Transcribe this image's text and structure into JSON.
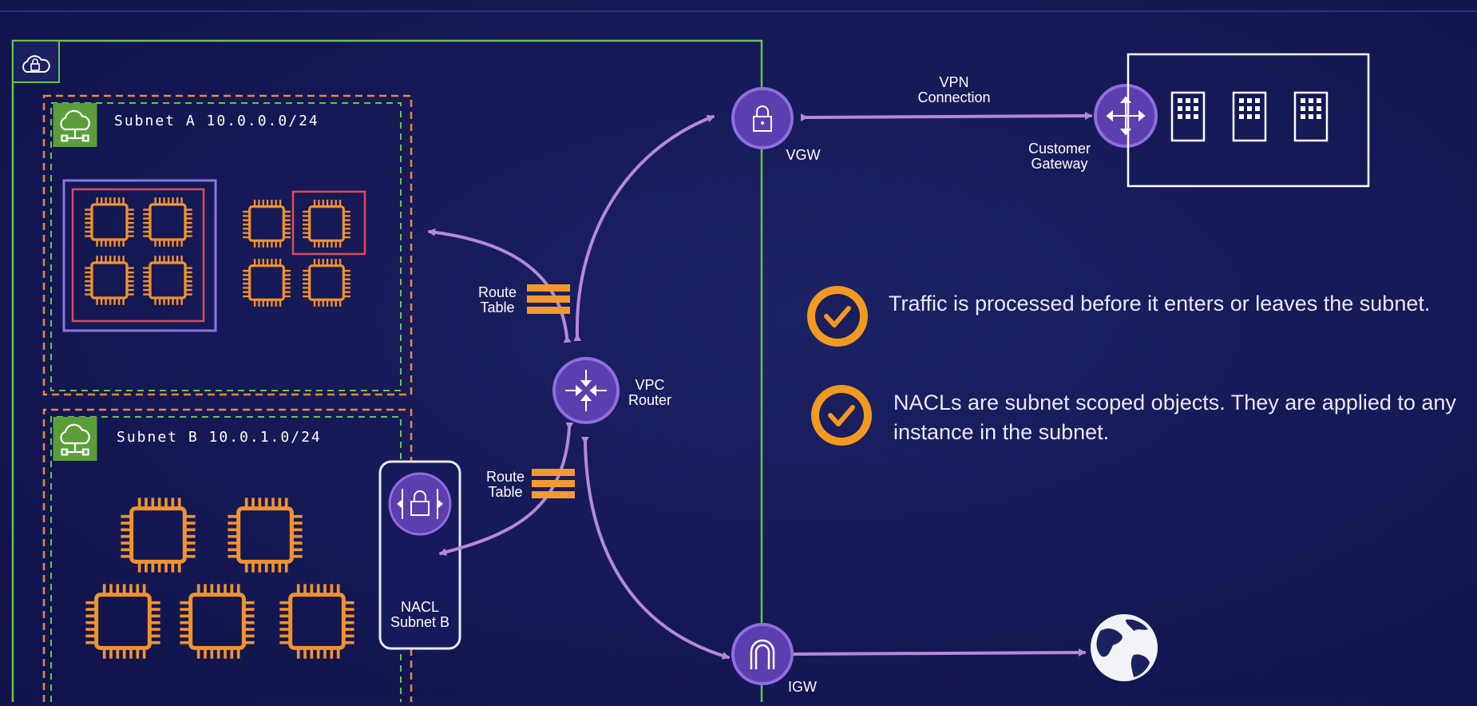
{
  "subnets": {
    "a_label": "Subnet A 10.0.0.0/24",
    "b_label": "Subnet B 10.0.1.0/24"
  },
  "labels": {
    "route_table_top": "Route\nTable",
    "route_table_bottom": "Route\nTable",
    "vpc_router": "VPC\nRouter",
    "vgw": "VGW",
    "vpn_connection": "VPN\nConnection",
    "customer_gateway": "Customer\nGateway",
    "nacl": "NACL\nSubnet B",
    "igw": "IGW"
  },
  "bullets": [
    {
      "text": "Traffic is processed before it enters or leaves the subnet."
    },
    {
      "text": "NACLs are subnet scoped objects. They are applied to any instance in the subnet."
    }
  ],
  "colors": {
    "vpc_border": "#6cc24a",
    "subnet_outer": "#e8873a",
    "subnet_inner": "#6cc24a",
    "chip": "#f0922f",
    "arrow": "#b58ad8",
    "node_fill": "#5b3fae",
    "node_ring": "#8f6ee0",
    "check": "#f29a1f",
    "asg": "#8a76e6",
    "instance_group": "#e04a5a"
  }
}
